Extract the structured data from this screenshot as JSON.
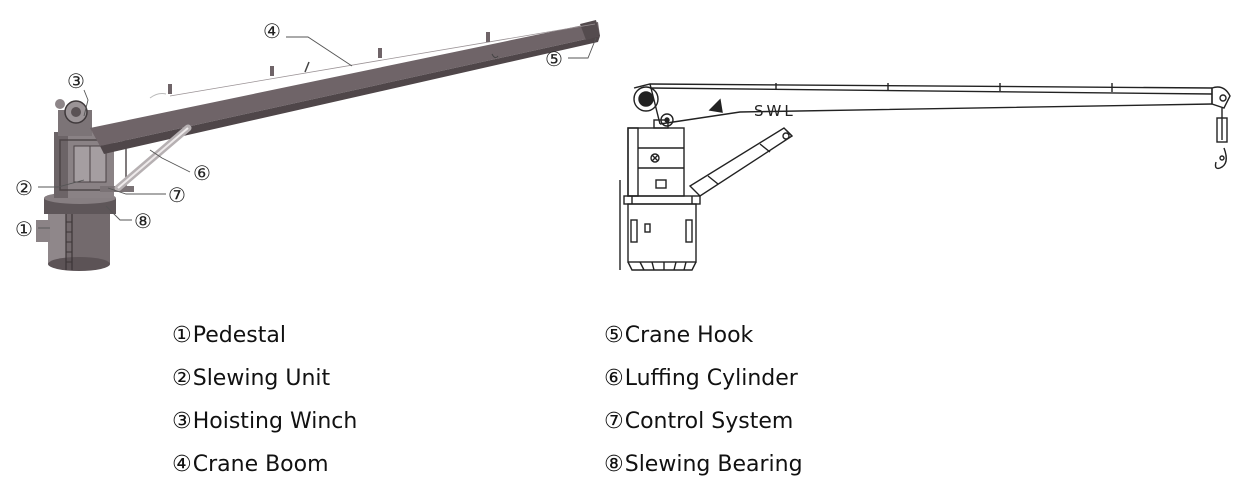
{
  "callouts": [
    "④",
    "③",
    "⑤",
    "⑥",
    "②",
    "⑦",
    "①",
    "⑧"
  ],
  "swl_label": "SWL",
  "legend": [
    {
      "num": "①",
      "label": "Pedestal"
    },
    {
      "num": "②",
      "label": "Slewing Unit"
    },
    {
      "num": "③",
      "label": "Hoisting Winch"
    },
    {
      "num": "④",
      "label": "Crane Boom"
    },
    {
      "num": "⑤",
      "label": "Crane Hook"
    },
    {
      "num": "⑥",
      "label": "Luffing Cylinder"
    },
    {
      "num": "⑦",
      "label": "Control System"
    },
    {
      "num": "⑧",
      "label": "Slewing Bearing"
    }
  ],
  "colors": {
    "boom": "#6f6468",
    "boom_shadow": "#4f4649",
    "line": "#222222",
    "background": "#ffffff"
  }
}
